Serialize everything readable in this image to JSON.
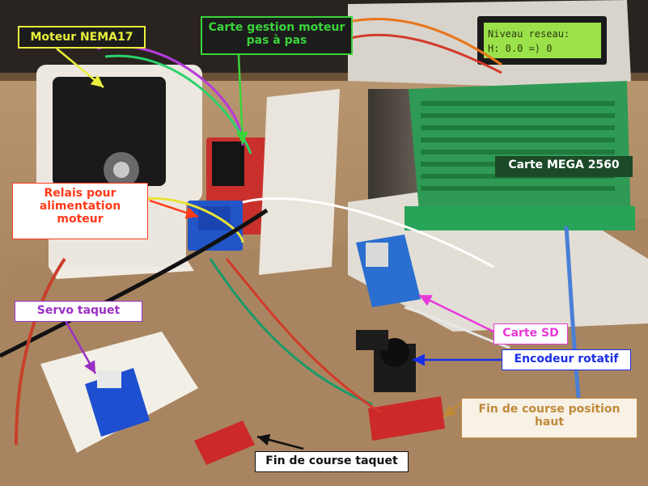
{
  "lcd": {
    "line1": "Niveau reseau:",
    "line2": "H:  0.0   =) 0"
  },
  "labels": {
    "motor": {
      "text": "Moteur NEMA17",
      "color": "#e8ef3a"
    },
    "driver": {
      "line1": "Carte gestion moteur",
      "line2": "pas à pas",
      "color": "#3ad43a"
    },
    "relay": {
      "line1": "Relais pour",
      "line2": "alimentation",
      "line3": "moteur",
      "color": "#ff3a1a"
    },
    "mega": {
      "text": "Carte MEGA 2560",
      "color": "#ffffff"
    },
    "servo": {
      "text": "Servo taquet",
      "color": "#9b2fc4"
    },
    "sd": {
      "text": "Carte SD",
      "color": "#e83ad8"
    },
    "encoder": {
      "text": "Encodeur  rotatif",
      "color": "#1a2fe8"
    },
    "limit_top": {
      "line1": "Fin de course position",
      "line2": "haut",
      "color": "#c08a3a"
    },
    "limit_cleat": {
      "text": "Fin de course taquet",
      "color": "#111111"
    }
  }
}
